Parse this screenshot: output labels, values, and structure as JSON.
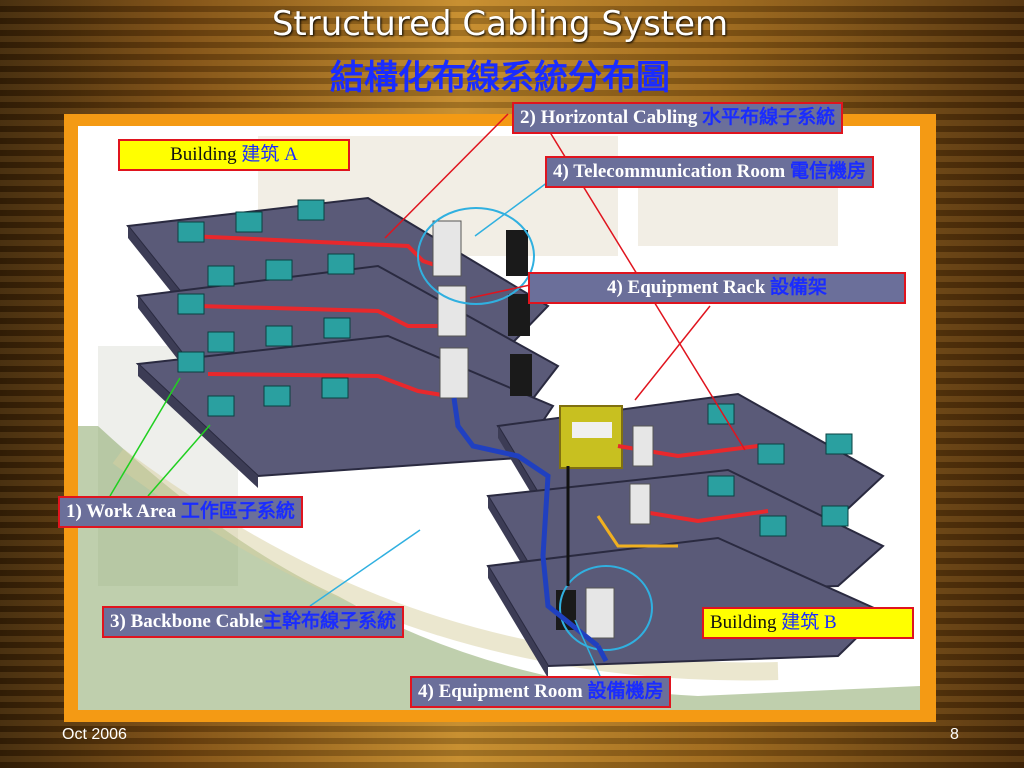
{
  "slide": {
    "title_en": "Structured Cabling System",
    "title_zh": "結構化布線系統分布圖",
    "date": "Oct 2006",
    "page_number": "8"
  },
  "labels": {
    "building_a": {
      "en": "Building ",
      "zh": "建筑 A"
    },
    "horizontal": {
      "en": "2) Horizontal Cabling ",
      "zh": "水平布線子系統"
    },
    "telecom_room": {
      "en": "4) Telecommunication Room ",
      "zh": "電信機房"
    },
    "equipment_rack": {
      "en": "4) Equipment Rack ",
      "zh": "設備架"
    },
    "work_area": {
      "en": "1) Work Area ",
      "zh": "工作區子系統"
    },
    "backbone": {
      "en": "3) Backbone Cable",
      "zh": "主幹布線子系統"
    },
    "building_b": {
      "en": "Building ",
      "zh": "建筑 B"
    },
    "equipment_room": {
      "en": "4) Equipment Room ",
      "zh": "設備機房"
    }
  },
  "colors": {
    "frame": "#f49a14",
    "floor": "#5a5a78",
    "horizontal_cable": "#e8282c",
    "backbone_cable": "#2040c0",
    "label_bg": "#6b6f9a",
    "label_border": "#e0141e",
    "chinese_text": "#1a2cff"
  }
}
